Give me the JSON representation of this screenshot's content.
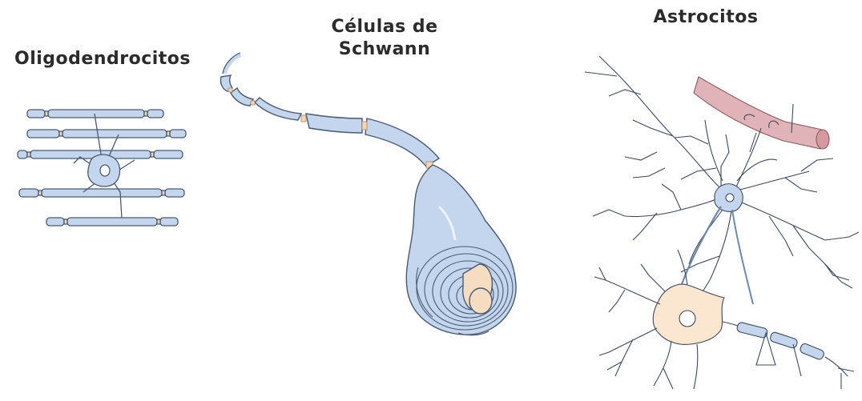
{
  "labels": {
    "oligodendrocytes": "Oligodendrocitos",
    "schwann_line1": "Células de",
    "schwann_line2": "Schwann",
    "astrocytes": "Astrocitos"
  },
  "colors": {
    "myelin_fill": "#c3d6ee",
    "myelin_stroke": "#4a5a70",
    "node_fill": "#f2d7b5",
    "axon_core": "#f6dcc0",
    "neuron_fill": "#fbe6d0",
    "vessel_fill": "#e0b3b8",
    "astro_fill": "#c3d6ee",
    "line": "#3d4a5c"
  }
}
